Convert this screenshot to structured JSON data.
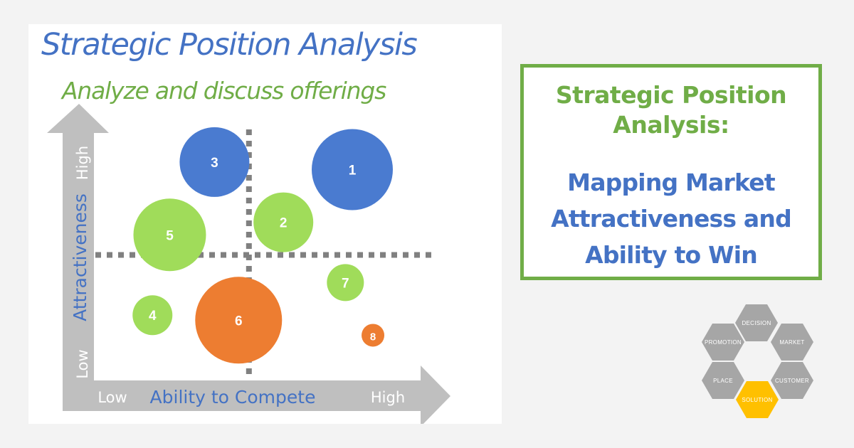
{
  "panel": {
    "title": "Strategic Position Analysis",
    "subtitle": "Analyze and discuss offerings"
  },
  "chart_data": {
    "type": "scatter",
    "subtype": "bubble-matrix",
    "title": "Strategic Position Analysis",
    "subtitle": "Analyze and discuss offerings",
    "xlabel": "Ability to Compete",
    "ylabel": "Attractiveness",
    "x_low_label": "Low",
    "x_high_label": "High",
    "y_low_label": "Low",
    "y_high_label": "High",
    "xlim": [
      0,
      10
    ],
    "ylim": [
      0,
      10
    ],
    "quadrant_divider": {
      "x": 4.5,
      "y": 5.0
    },
    "grid": false,
    "legend": "none",
    "colors": {
      "blue": "#4a7bd0",
      "green": "#a0dc5a",
      "orange": "#ed7d31",
      "axis": "#bfbfbf",
      "divider": "#808080",
      "ylabel": "#4472c4",
      "xlabel": "#4472c4",
      "tick_label": "#ffffff"
    },
    "points": [
      {
        "label": "1",
        "x": 7.5,
        "y": 8.4,
        "size": 5.7,
        "color": "blue"
      },
      {
        "label": "2",
        "x": 5.5,
        "y": 6.3,
        "size": 4.2,
        "color": "green"
      },
      {
        "label": "3",
        "x": 3.5,
        "y": 8.7,
        "size": 4.9,
        "color": "blue"
      },
      {
        "label": "4",
        "x": 1.7,
        "y": 2.6,
        "size": 2.8,
        "color": "green"
      },
      {
        "label": "5",
        "x": 2.2,
        "y": 5.8,
        "size": 5.1,
        "color": "green"
      },
      {
        "label": "6",
        "x": 4.2,
        "y": 2.4,
        "size": 6.1,
        "color": "orange"
      },
      {
        "label": "7",
        "x": 7.3,
        "y": 3.9,
        "size": 2.6,
        "color": "green"
      },
      {
        "label": "8",
        "x": 8.1,
        "y": 1.8,
        "size": 1.6,
        "color": "orange"
      }
    ]
  },
  "info_box": {
    "title_line1": "Strategic Position",
    "title_line2": "Analysis:",
    "subtitle_line1": "Mapping Market",
    "subtitle_line2": "Attractiveness and",
    "subtitle_line3": "Ability to Win",
    "border_color": "#70ad47"
  },
  "hex_logo": {
    "items": [
      {
        "label": "DECISION",
        "color": "#a6a6a6"
      },
      {
        "label": "PROMOTION",
        "color": "#a6a6a6"
      },
      {
        "label": "MARKET",
        "color": "#a6a6a6"
      },
      {
        "label": "PLACE",
        "color": "#a6a6a6"
      },
      {
        "label": "CUSTOMER",
        "color": "#a6a6a6"
      },
      {
        "label": "SOLUTION",
        "color": "#ffc000",
        "highlighted": true
      }
    ]
  }
}
